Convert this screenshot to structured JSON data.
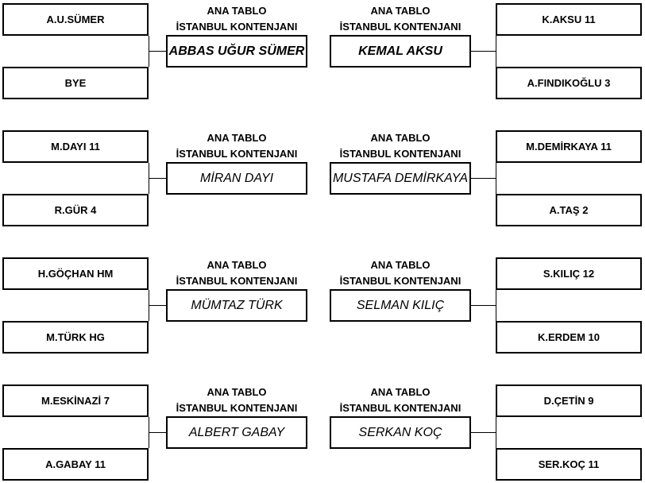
{
  "caption": {
    "line1": "ANA TABLO",
    "line2": "İSTANBUL KONTENJANI"
  },
  "matches": [
    {
      "left": {
        "top": "A.U.SÜMER",
        "bottom": "BYE",
        "winner": "ABBAS UĞUR SÜMER"
      },
      "right": {
        "top": "K.AKSU  11",
        "bottom": "A.FINDIKOĞLU  3",
        "winner": "KEMAL AKSU"
      }
    },
    {
      "left": {
        "top": "M.DAYI  11",
        "bottom": "R.GÜR  4",
        "winner": "MİRAN DAYI"
      },
      "right": {
        "top": "M.DEMİRKAYA  11",
        "bottom": "A.TAŞ  2",
        "winner": "MUSTAFA DEMİRKAYA"
      }
    },
    {
      "left": {
        "top": "H.GÖÇHAN  HM",
        "bottom": "M.TÜRK  HG",
        "winner": "MÜMTAZ TÜRK"
      },
      "right": {
        "top": "S.KILIÇ  12",
        "bottom": "K.ERDEM  10",
        "winner": "SELMAN KILIÇ"
      }
    },
    {
      "left": {
        "top": "M.ESKİNAZİ  7",
        "bottom": "A.GABAY  11",
        "winner": "ALBERT GABAY"
      },
      "right": {
        "top": "D.ÇETİN  9",
        "bottom": "SER.KOÇ  11",
        "winner": "SERKAN KOÇ"
      }
    }
  ]
}
